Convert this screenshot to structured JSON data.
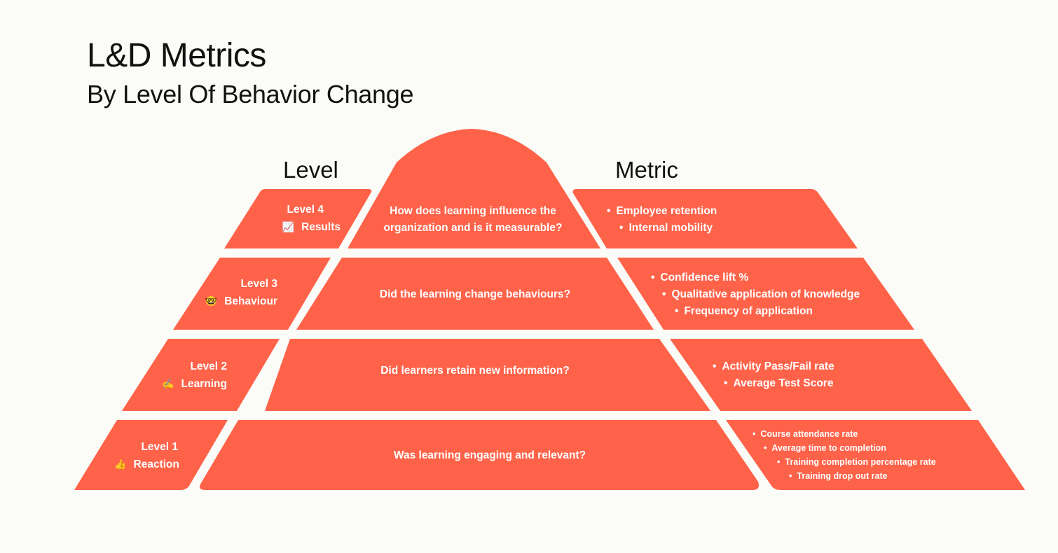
{
  "title": "L&D Metrics",
  "subtitle": "By Level Of Behavior Change",
  "headers": {
    "level": "Level",
    "metric": "Metric"
  },
  "levels": [
    {
      "level": "Level 4",
      "name": "Results",
      "icon": "📈",
      "question": [
        "How does learning influence the",
        "organization and is it measurable?"
      ],
      "metrics": [
        "Employee retention",
        "Internal mobility"
      ]
    },
    {
      "level": "Level 3",
      "name": "Behaviour",
      "icon": "🤓",
      "question": [
        "Did the learning change behaviours?"
      ],
      "metrics": [
        "Confidence lift %",
        "Qualitative application of knowledge",
        "Frequency of application"
      ]
    },
    {
      "level": "Level 2",
      "name": "Learning",
      "icon": "✍️",
      "question": [
        "Did learners retain new information?"
      ],
      "metrics": [
        "Activity Pass/Fail rate",
        "Average Test Score"
      ]
    },
    {
      "level": "Level 1",
      "name": "Reaction",
      "icon": "👍",
      "question": [
        "Was learning engaging and relevant?"
      ],
      "metrics": [
        "Course attendance rate",
        "Average time to completion",
        "Training completion percentage rate",
        "Training drop out rate"
      ]
    }
  ],
  "colors": {
    "accent": "#fe634a",
    "background": "#fbfcf7",
    "text": "#111111"
  }
}
